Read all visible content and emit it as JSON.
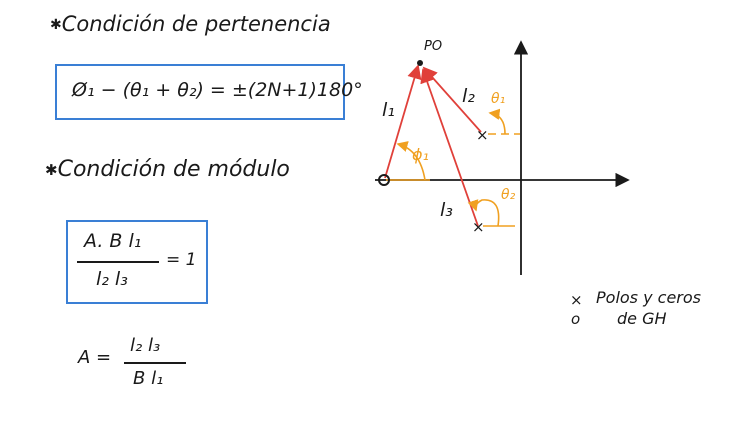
{
  "notes": {
    "heading1": "Condición de pertenencia",
    "equation1": "Ø₁ − (θ₁ + θ₂) = ±(2N+1)180°",
    "heading2": "Condición de módulo",
    "box2_numerator": "A. B l₁",
    "box2_denominator": "l₂ l₃",
    "box2_rhs": "= 1",
    "a_lhs": "A =",
    "a_numerator": "l₂ l₃",
    "a_denominator": "B l₁",
    "bullet": "✱"
  },
  "diagram": {
    "po_label": "PO",
    "l1_label": "l₁",
    "l2_label": "l₂",
    "l3_label": "l₃",
    "phi1_label": "ϕ₁",
    "theta1_label": "θ₁",
    "theta2_label": "θ₂",
    "pole_marker": "×",
    "zero_marker": "o"
  },
  "legend": {
    "pole_symbol": "×",
    "zero_symbol": "o",
    "text_line1": "Polos y ceros",
    "text_line2": "de GH"
  },
  "colors": {
    "ink": "#1a1a1a",
    "box_blue": "#3a7fd5",
    "vector_red": "#e0403a",
    "angle_orange": "#f0a020"
  }
}
